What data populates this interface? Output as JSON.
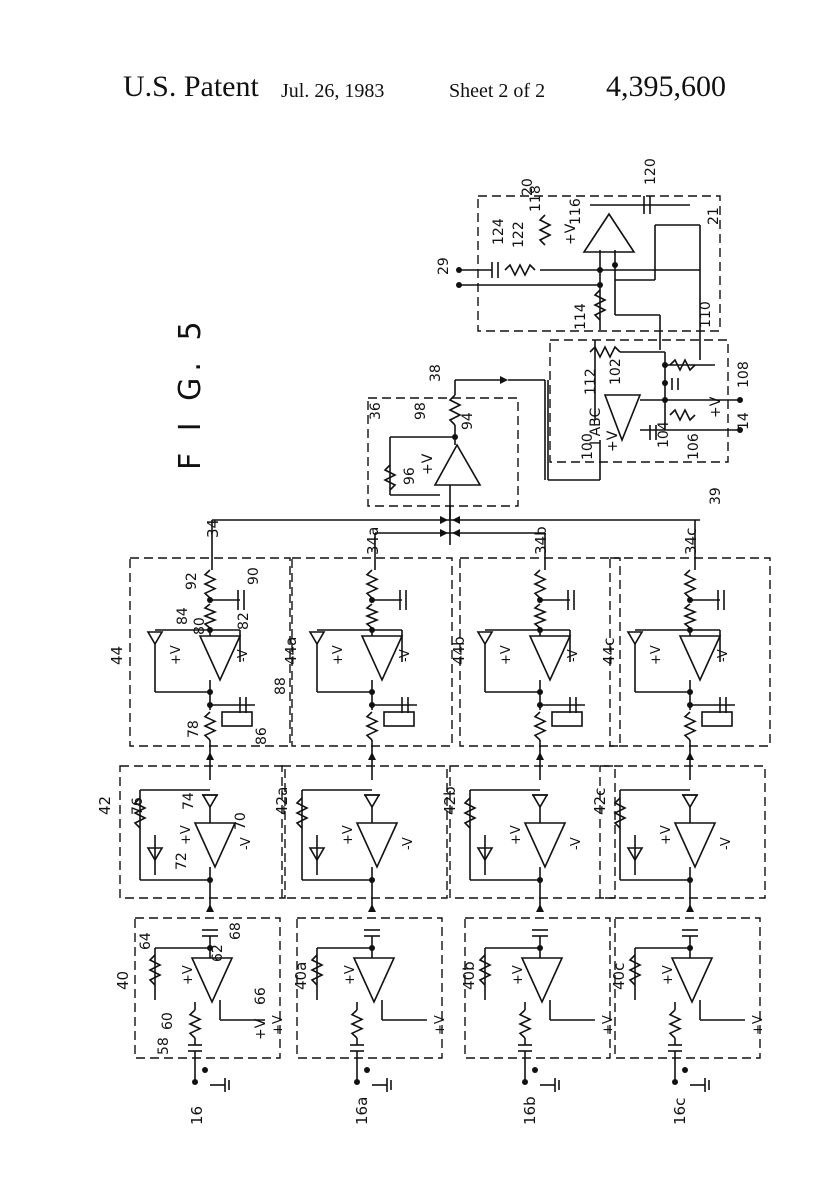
{
  "header": {
    "patent": "U.S. Patent",
    "date": "Jul. 26, 1983",
    "sheet": "Sheet 2 of 2",
    "number": "4,395,600"
  },
  "figure": {
    "title": "F I G. 5"
  },
  "top": {
    "labels": [
      "20",
      "120",
      "21",
      "116",
      "118",
      "+V",
      "124",
      "122",
      "29",
      "114",
      "110",
      "112",
      "102",
      "108",
      "38",
      "98",
      "36",
      "94",
      "+V",
      "96",
      "106",
      "104",
      "+V",
      "14",
      "100",
      "I ABC",
      "+V",
      "39"
    ]
  },
  "channels": [
    {
      "bus_label": "34",
      "block44": "44",
      "block42": "42",
      "block40": "40",
      "input": "16",
      "labels44": [
        "92",
        "90",
        "84",
        "80",
        "82",
        "+V",
        "-V",
        "88",
        "78",
        "86"
      ],
      "labels42": [
        "76",
        "74",
        "70",
        "+V",
        "72",
        "-V"
      ],
      "labels40": [
        "64",
        "62",
        "68",
        "+V",
        "60",
        "58",
        "66",
        "+V"
      ]
    },
    {
      "bus_label": "34a",
      "block44": "44a",
      "block42": "42a",
      "block40": "40a",
      "input": "16a"
    },
    {
      "bus_label": "34b",
      "block44": "44b",
      "block42": "42b",
      "block40": "40b",
      "input": "16b"
    },
    {
      "bus_label": "34c",
      "block44": "44c",
      "block42": "42c",
      "block40": "40c",
      "input": "16c"
    }
  ],
  "supply": {
    "plus": "+V",
    "minus": "-V"
  }
}
